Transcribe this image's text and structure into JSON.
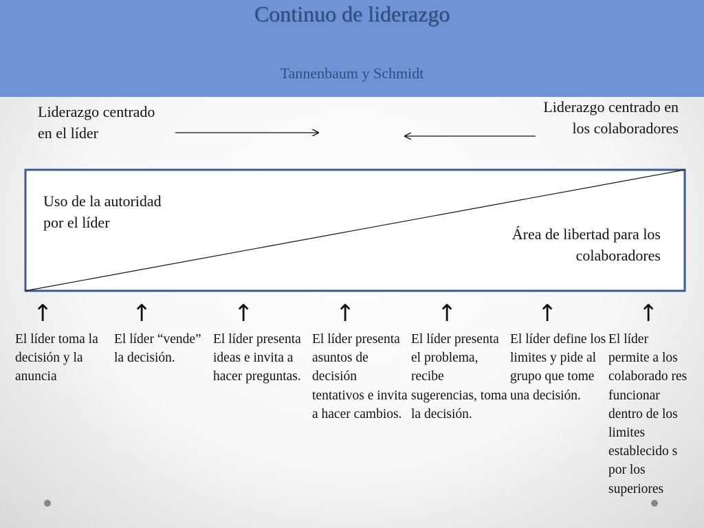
{
  "header": {
    "title": "Continuo de liderazgo",
    "subtitle": "Tannenbaum y Schmidt"
  },
  "diagram": {
    "left_top_label": "Liderazgo centrado en el líder",
    "right_top_label": "Liderazgo centrado en los colaboradores",
    "box_left_label": "Uso de la autoridad por el líder",
    "box_right_label": "Área de libertad para los colaboradores"
  },
  "behaviors": [
    {
      "arrow": "↑",
      "text": "El  líder toma la decisión y la anuncia"
    },
    {
      "arrow": "↑",
      "text": "El líder “vende” la decisión."
    },
    {
      "arrow": "↑",
      "text": "El líder presenta ideas e invita a hacer preguntas."
    },
    {
      "arrow": "↑",
      "text": "El líder presenta asuntos de decisión tentativos e invita a hacer cambios."
    },
    {
      "arrow": "↑",
      "text": "El líder presenta el problema, recibe sugerencias, toma la decisión."
    },
    {
      "arrow": "↑",
      "text": "El líder define los limites y pide al grupo que tome una decisión."
    },
    {
      "arrow": "↑",
      "text": "El líder permite a los colaborado res funcionar dentro de los limites establecido s por los superiores"
    }
  ],
  "colors": {
    "header_bg": "#6f93d5",
    "title_text": "#2d4f7f",
    "box_border": "#3c5a8e"
  }
}
